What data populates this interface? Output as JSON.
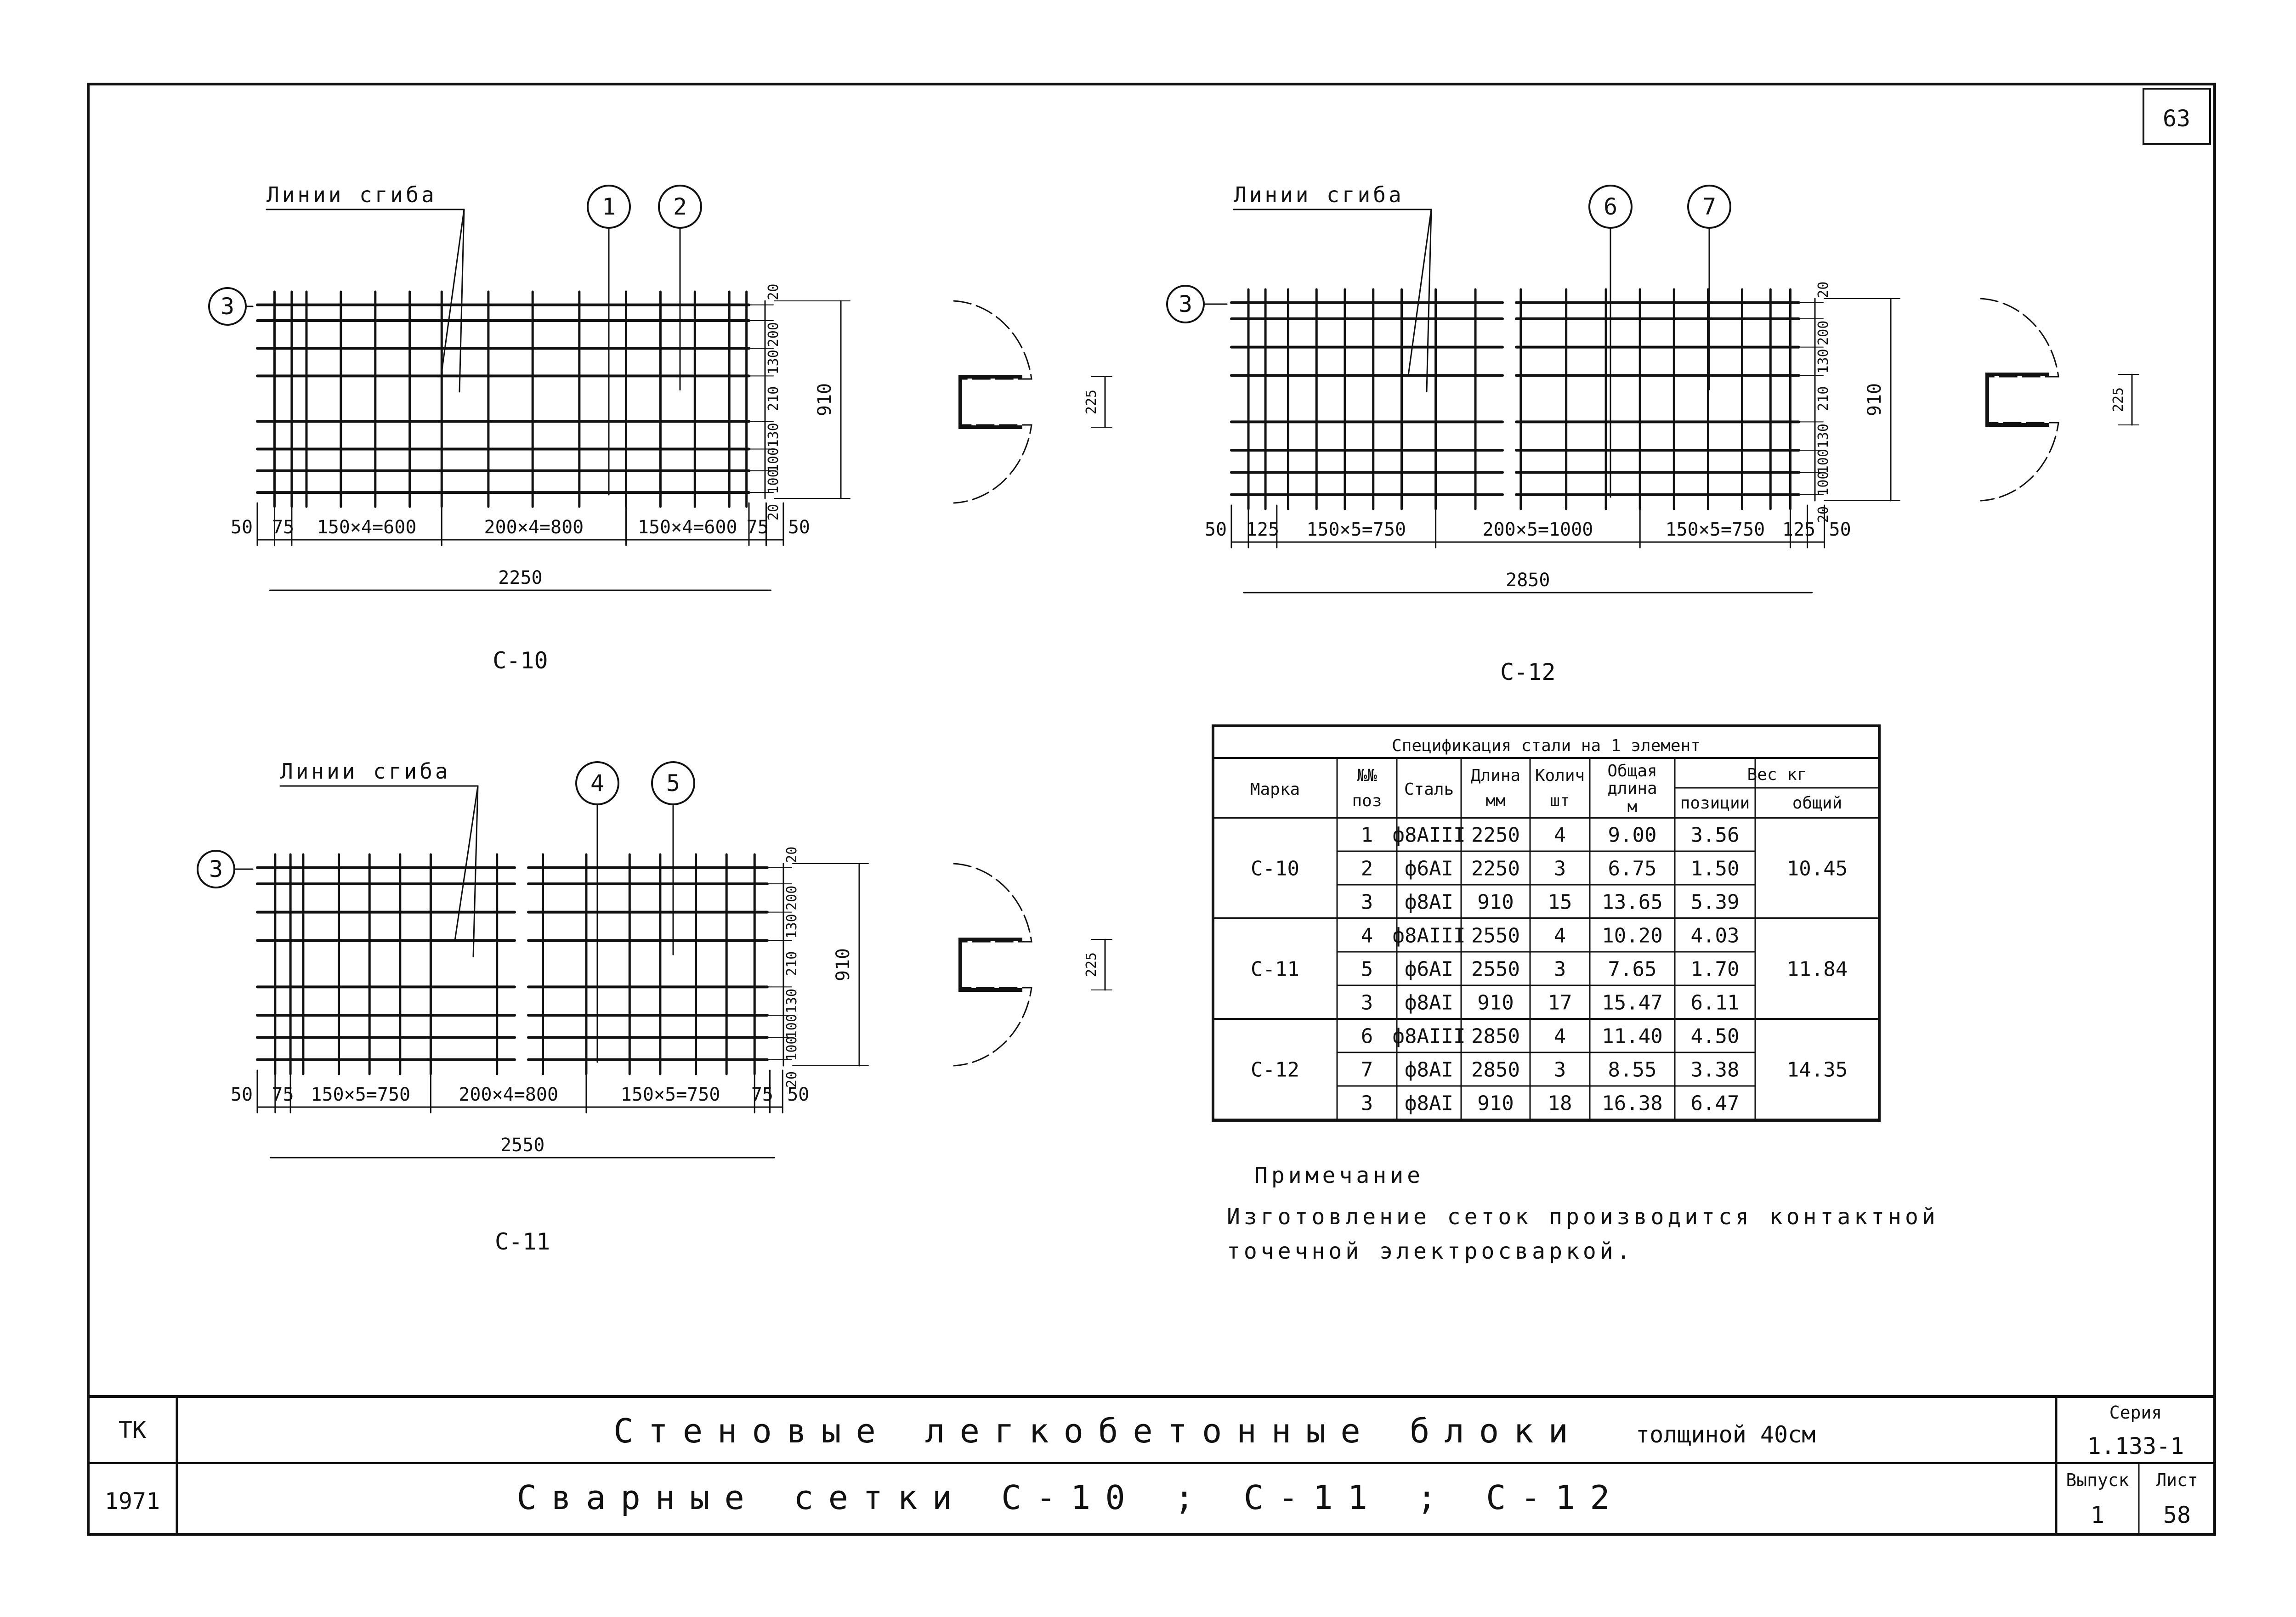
{
  "sheet_number": "63",
  "fold_label": "Линии сгиба",
  "mesh_c10": {
    "mark": "С-10",
    "pos_a": "1",
    "pos_b": "2",
    "pos_side": "3",
    "dims": [
      "50",
      "75",
      "150×4=600",
      "200×4=800",
      "150×4=600",
      "75",
      "50"
    ],
    "total": "2250",
    "right_dims": [
      "20",
      "200",
      "130",
      "210",
      "130",
      "100",
      "100",
      "20"
    ],
    "height": "910",
    "section_dim": "225"
  },
  "mesh_c11": {
    "mark": "С-11",
    "pos_a": "4",
    "pos_b": "5",
    "pos_side": "3",
    "dims": [
      "50",
      "75",
      "150×5=750",
      "200×4=800",
      "150×5=750",
      "75",
      "50"
    ],
    "total": "2550",
    "right_dims": [
      "20",
      "200",
      "130",
      "210",
      "130",
      "100",
      "100",
      "20"
    ],
    "height": "910",
    "section_dim": "225"
  },
  "mesh_c12": {
    "mark": "С-12",
    "pos_a": "6",
    "pos_b": "7",
    "pos_side": "3",
    "dims": [
      "50",
      "125",
      "150×5=750",
      "200×5=1000",
      "150×5=750",
      "125",
      "50"
    ],
    "total": "2850",
    "right_dims": [
      "20",
      "200",
      "130",
      "210",
      "130",
      "100",
      "100",
      "20"
    ],
    "height": "910",
    "section_dim": "225"
  },
  "spec_table": {
    "title": "Спецификация стали на 1 элемент",
    "headers": {
      "mark": "Марка",
      "pos": [
        "№№",
        "поз"
      ],
      "steel": "Сталь",
      "length": [
        "Длина",
        "мм"
      ],
      "qty": [
        "Колич",
        "шт"
      ],
      "total_len": [
        "Общая",
        "длина",
        "м"
      ],
      "weight": "Вес кг",
      "w_pos": "позиции",
      "w_total": "общий"
    },
    "groups": [
      {
        "mark": "С-10",
        "total": "10.45",
        "rows": [
          {
            "pos": "1",
            "steel": "ф8АIII",
            "len": "2250",
            "qty": "4",
            "tlen": "9.00",
            "w": "3.56"
          },
          {
            "pos": "2",
            "steel": "ф6АI",
            "len": "2250",
            "qty": "3",
            "tlen": "6.75",
            "w": "1.50"
          },
          {
            "pos": "3",
            "steel": "ф8АI",
            "len": "910",
            "qty": "15",
            "tlen": "13.65",
            "w": "5.39"
          }
        ]
      },
      {
        "mark": "С-11",
        "total": "11.84",
        "rows": [
          {
            "pos": "4",
            "steel": "ф8АIII",
            "len": "2550",
            "qty": "4",
            "tlen": "10.20",
            "w": "4.03"
          },
          {
            "pos": "5",
            "steel": "ф6АI",
            "len": "2550",
            "qty": "3",
            "tlen": "7.65",
            "w": "1.70"
          },
          {
            "pos": "3",
            "steel": "ф8АI",
            "len": "910",
            "qty": "17",
            "tlen": "15.47",
            "w": "6.11"
          }
        ]
      },
      {
        "mark": "С-12",
        "total": "14.35",
        "rows": [
          {
            "pos": "6",
            "steel": "ф8АIII",
            "len": "2850",
            "qty": "4",
            "tlen": "11.40",
            "w": "4.50"
          },
          {
            "pos": "7",
            "steel": "ф8АI",
            "len": "2850",
            "qty": "3",
            "tlen": "8.55",
            "w": "3.38"
          },
          {
            "pos": "3",
            "steel": "ф8АI",
            "len": "910",
            "qty": "18",
            "tlen": "16.38",
            "w": "6.47"
          }
        ]
      }
    ]
  },
  "note": {
    "heading": "Примечание",
    "line1": "Изготовление сеток производится контактной",
    "line2": "точечной электросваркой."
  },
  "title_block": {
    "org": "ТК",
    "year": "1971",
    "title1": "Стеновые легкобетонные блоки",
    "title1_suffix": "толщиной 40см",
    "title2": "Сварные сетки   С-10 ; С-11 ; С-12",
    "series_label": "Серия",
    "series_value": "1.133-1",
    "issue_label": "Выпуск",
    "issue_value": "1",
    "sheet_label": "Лист",
    "sheet_value": "58"
  }
}
